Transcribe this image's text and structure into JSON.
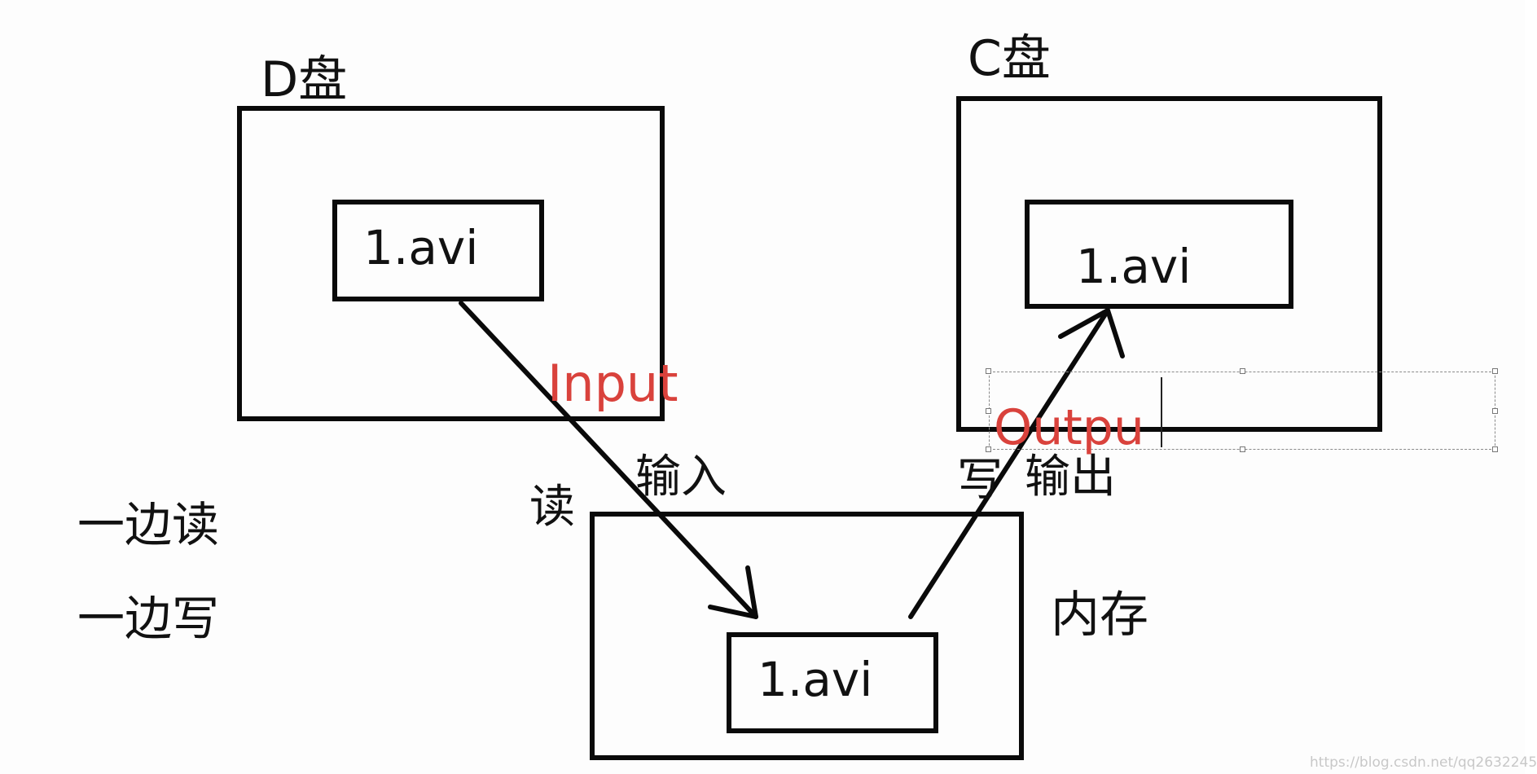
{
  "d_drive": {
    "label": "D盘",
    "file": "1.avi"
  },
  "c_drive": {
    "label": "C盘",
    "file": "1.avi"
  },
  "memory": {
    "label": "内存",
    "file": "1.avi"
  },
  "input_arrow": {
    "label_en": "Input",
    "label_cn": "输入",
    "side_label": "读"
  },
  "output_arrow": {
    "label_en": "Outpu",
    "label_cn": "输出",
    "side_label": "写"
  },
  "notes": {
    "line1": "一边读",
    "line2": "一边写"
  },
  "watermark": "https://blog.csdn.net/qq2632245",
  "colors": {
    "stroke": "#0a0a0a",
    "english_label": "#d9423c",
    "background": "#fdfdfd"
  }
}
